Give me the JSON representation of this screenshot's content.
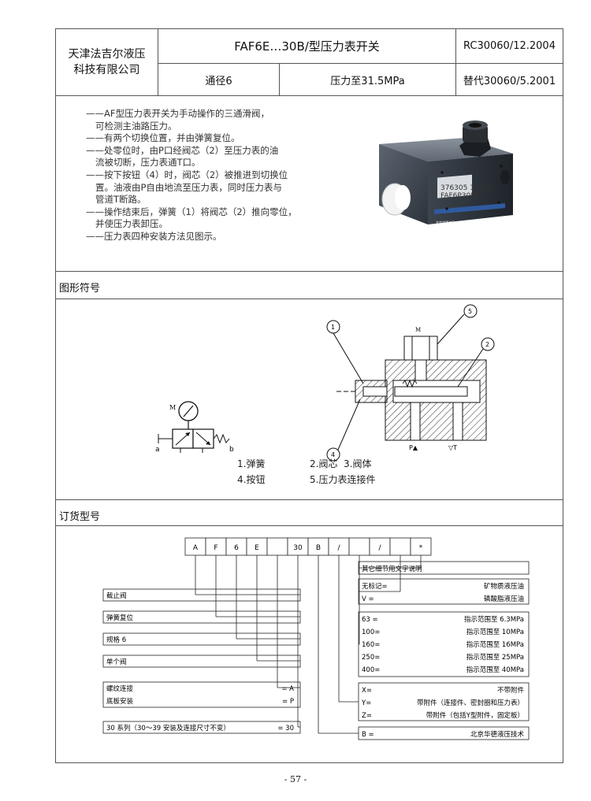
{
  "header": {
    "company_line1": "天津法吉尔液压",
    "company_line2": "科技有限公司",
    "title": "FAF6E…30B/型压力表开关",
    "code": "RC30060/12.2004",
    "bore": "通径6",
    "pressure": "压力至31.5MPa",
    "replaces": "替代30060/5.2001"
  },
  "description": [
    {
      "text": "——AF型压力表开关为手动操作的三通滑阀，",
      "indent": false
    },
    {
      "text": "可检测主油路压力。",
      "indent": true
    },
    {
      "text": "——有两个切换位置，并由弹簧复位。",
      "indent": false
    },
    {
      "text": "——处零位时，由P口经阀芯（2）至压力表的油",
      "indent": false
    },
    {
      "text": "流被切断，压力表通T口。",
      "indent": true
    },
    {
      "text": "——按下按钮（4）时，阀芯（2）被推进到切换位",
      "indent": false
    },
    {
      "text": "置。油液由P自由地流至压力表，同时压力表与",
      "indent": true
    },
    {
      "text": "管道T断路。",
      "indent": true
    },
    {
      "text": "——操作结束后，弹簧（1）将阀芯（2）推向零位，",
      "indent": false
    },
    {
      "text": "并使压力表卸压。",
      "indent": true
    },
    {
      "text": "——压力表四种安装方法见图示。",
      "indent": false
    }
  ],
  "sections": {
    "symbol": "图形符号",
    "order": "订货型号"
  },
  "symbol": {
    "labels": {
      "M": "M",
      "a": "a",
      "b": "b",
      "T": "T",
      "P": "P",
      "P_arrow": "P▲",
      "T_arrow": "▽T",
      "n1": "1",
      "n2": "2",
      "n3": "3",
      "n4": "4",
      "n5": "5"
    },
    "legend": [
      "1.弹簧",
      "2.阀芯",
      "3.阀体",
      "4.按钮",
      "5.压力表连接件"
    ]
  },
  "order": {
    "code_boxes": [
      "A",
      "F",
      "6",
      "E",
      "",
      "30",
      "B",
      "/",
      "",
      "/",
      "",
      "*"
    ],
    "right_items": [
      {
        "label": "其它细节用文字说明",
        "value": ""
      },
      {
        "label": "无标记=",
        "value": "矿物质液压油"
      },
      {
        "label": "V =",
        "value": "磷酸脂液压油"
      },
      {
        "label": "63 =",
        "value": "指示范围至 6.3MPa"
      },
      {
        "label": "100=",
        "value": "指示范围至 10MPa"
      },
      {
        "label": "160=",
        "value": "指示范围至 16MPa"
      },
      {
        "label": "250=",
        "value": "指示范围至 25MPa"
      },
      {
        "label": "400=",
        "value": "指示范围至 40MPa"
      },
      {
        "label": "X=",
        "value": "不带附件"
      },
      {
        "label": "Y=",
        "value": "带附件（连接件、密封圈和压力表）"
      },
      {
        "label": "Z=",
        "value": "带附件（包括Y型附件，固定板）"
      },
      {
        "label": "B =",
        "value": "北京华德液压技术"
      }
    ],
    "left_items": [
      {
        "label": "截止阀",
        "value": ""
      },
      {
        "label": "弹簧复位",
        "value": ""
      },
      {
        "label": "规格 6",
        "value": ""
      },
      {
        "label": "单个阀",
        "value": ""
      },
      {
        "label": "螺纹连接",
        "value": "= A"
      },
      {
        "label": "底板安装",
        "value": "= P"
      },
      {
        "label": "30 系列（30～39 安装及连接尺寸不变）",
        "value": "= 30"
      }
    ]
  },
  "photo_text": {
    "l1": "376305 10002",
    "l2": "FAF6P30B/Y",
    "l3": "北京华德液压工业集团有限责任公司"
  },
  "footer": "- 57 -"
}
